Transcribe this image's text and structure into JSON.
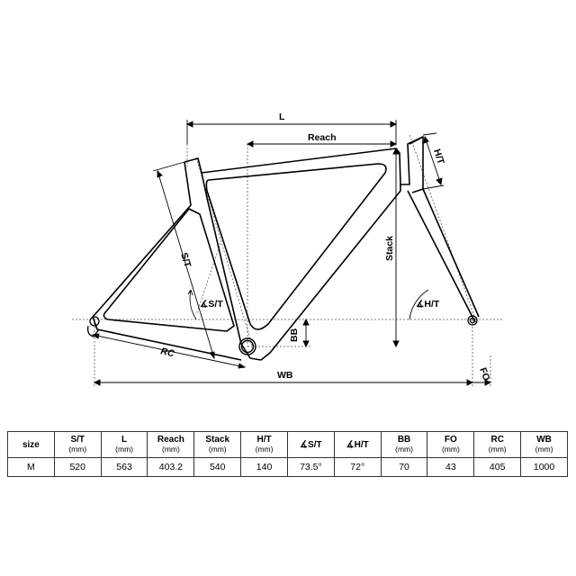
{
  "diagram": {
    "labels": {
      "L": "L",
      "Reach": "Reach",
      "HT": "H/T",
      "ST": "S/T",
      "Stack": "Stack",
      "angle_ST": "∡S/T",
      "angle_HT": "∡H/T",
      "BB": "BB",
      "RC": "RC",
      "WB": "WB",
      "FO": "FO"
    }
  },
  "table": {
    "columns": [
      {
        "key": "size",
        "label": "size",
        "unit": ""
      },
      {
        "key": "st",
        "label": "S/T",
        "unit": "(mm)"
      },
      {
        "key": "l",
        "label": "L",
        "unit": "(mm)"
      },
      {
        "key": "reach",
        "label": "Reach",
        "unit": "(mm)"
      },
      {
        "key": "stack",
        "label": "Stack",
        "unit": "(mm)"
      },
      {
        "key": "ht",
        "label": "H/T",
        "unit": "(mm)"
      },
      {
        "key": "st_angle",
        "label": "∡S/T",
        "unit": ""
      },
      {
        "key": "ht_angle",
        "label": "∡H/T",
        "unit": ""
      },
      {
        "key": "bb",
        "label": "BB",
        "unit": "(mm)"
      },
      {
        "key": "fo",
        "label": "FO",
        "unit": "(mm)"
      },
      {
        "key": "rc",
        "label": "RC",
        "unit": "(mm)"
      },
      {
        "key": "wb",
        "label": "WB",
        "unit": "(mm)"
      }
    ],
    "rows": [
      [
        "M",
        "520",
        "563",
        "403.2",
        "540",
        "140",
        "73.5°",
        "72°",
        "70",
        "43",
        "405",
        "1000"
      ]
    ]
  }
}
